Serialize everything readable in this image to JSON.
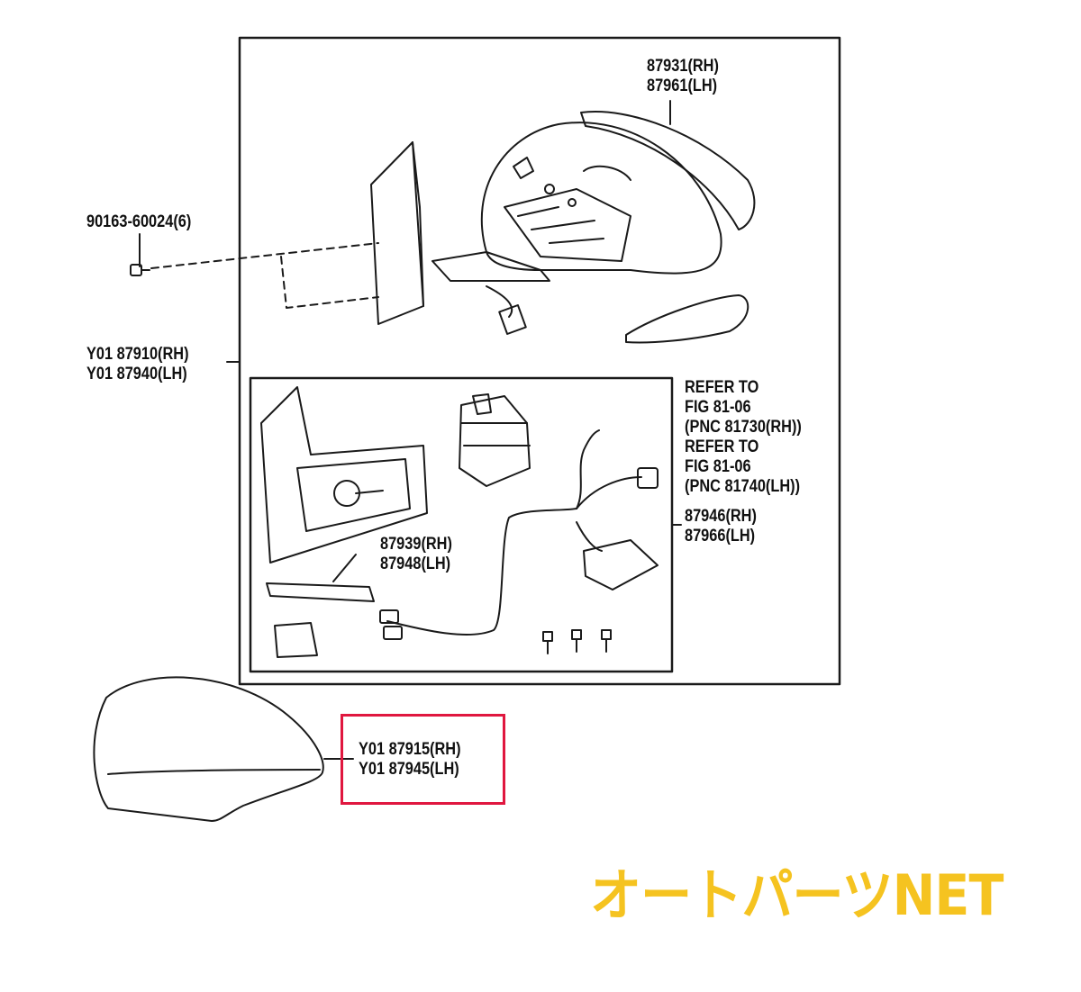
{
  "labels": {
    "upper_cover": [
      "87931(RH)",
      "87961(LH)"
    ],
    "screw": [
      "90163-60024(6)"
    ],
    "mirror_assy": [
      "Y01  87910(RH)",
      "Y01  87940(LH)"
    ],
    "refer_rh": [
      "REFER TO",
      "FIG 81-06",
      "(PNC 81730(RH))"
    ],
    "refer_lh": [
      "REFER TO",
      "FIG 81-06",
      "(PNC 81740(LH))"
    ],
    "wire_harness": [
      "87946(RH)",
      "87966(LH)"
    ],
    "bracket": [
      "87939(RH)",
      "87948(LH)"
    ],
    "outer_cover": [
      "Y01 87915(RH)",
      "Y01 87945(LH)"
    ]
  },
  "brand": {
    "text": "オートパーツNET",
    "color": "#f5c320"
  },
  "colors": {
    "highlight": "#e0173f",
    "line": "#1a1a1a"
  }
}
